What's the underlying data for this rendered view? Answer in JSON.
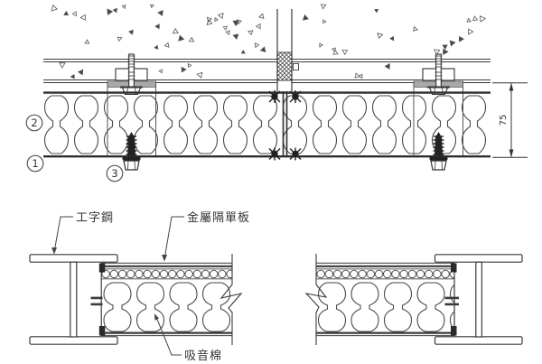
{
  "diagram": {
    "labels": {
      "i_beam": "工字鋼",
      "metal_panel": "金屬隔單板",
      "sound_absorbing_cotton": "吸音棉"
    },
    "dimensions": {
      "panel_thickness": "75"
    },
    "callouts": {
      "c1": "1",
      "c2": "2",
      "c3": "3"
    },
    "colors": {
      "line": "#3a3a3a",
      "dark_fill": "#222222",
      "strip_gray": "#a9a9a9",
      "background": "#ffffff"
    }
  }
}
